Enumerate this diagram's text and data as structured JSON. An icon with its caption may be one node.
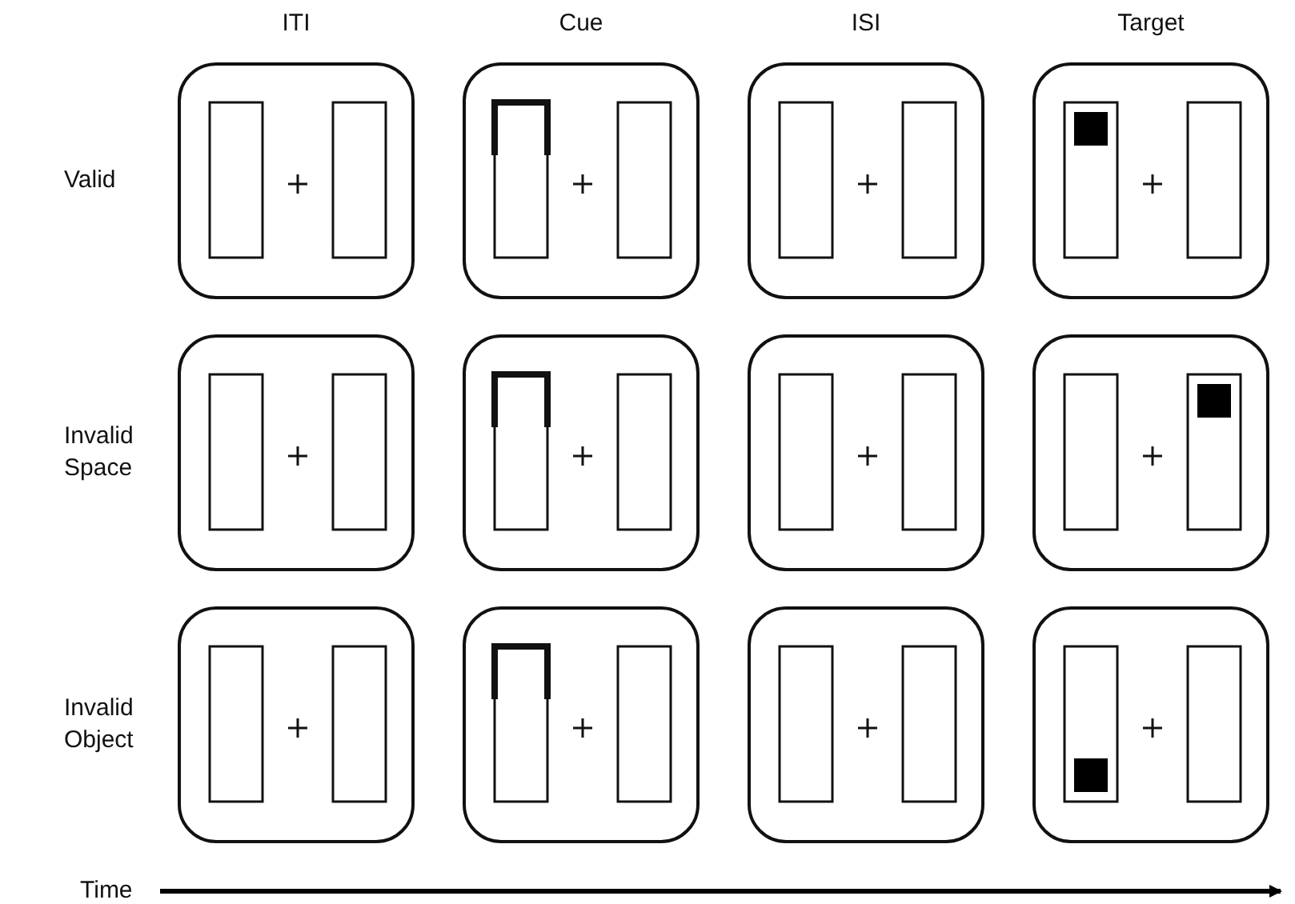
{
  "diagram": {
    "labels": [
      "ITI",
      "Cue",
      "ISI",
      "Target",
      "Valid",
      "Invalid Space",
      "Invalid Object",
      "Time"
    ]
  }
}
